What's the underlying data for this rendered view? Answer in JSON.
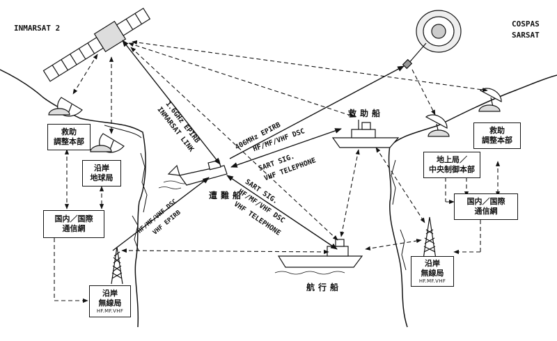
{
  "satellites": {
    "inmarsat": "INMARSAT 2",
    "cospas_line1": "COSPAS",
    "cospas_line2": "SARSAT"
  },
  "ships": {
    "rescue_ship": "救助船",
    "distressed_ship": "遭難船",
    "sailing_ship": "航行船"
  },
  "left_stations": {
    "rcc_line1": "救助",
    "rcc_line2": "調整本部",
    "ces_line1": "沿岸",
    "ces_line2": "地球局",
    "network_line1": "国内／国際",
    "network_line2": "通信網",
    "radio_line1": "沿岸",
    "radio_line2": "無線局",
    "radio_bands": "HF.MF.VHF"
  },
  "right_stations": {
    "rcc_line1": "救助",
    "rcc_line2": "調整本部",
    "lut_line1": "地上局／",
    "lut_line2": "中央制御本部",
    "network_line1": "国内／国際",
    "network_line2": "通信網",
    "radio_line1": "沿岸",
    "radio_line2": "無線局",
    "radio_bands": "HF.MF.VHF"
  },
  "link_labels": {
    "epirb_16": "1.6GHz EPIRB",
    "inmarsat_link": "INMARSAT LINK",
    "epirb_406": "406MHz EPIRB",
    "hf_dsc_top": "HF/MF/VHF DSC",
    "sart_top": "SART SIG.",
    "vhf_tel_top": "VHF TELEPHONE",
    "sart_mid": "SART SIG.",
    "hf_dsc_mid": "HF/MF/VHF DSC",
    "vhf_tel_mid": "VHF TELEPHONE",
    "hf_dsc_left": "HF/MF/VHF DSC",
    "vhf_epirb_left": "VHF EPIRB"
  }
}
